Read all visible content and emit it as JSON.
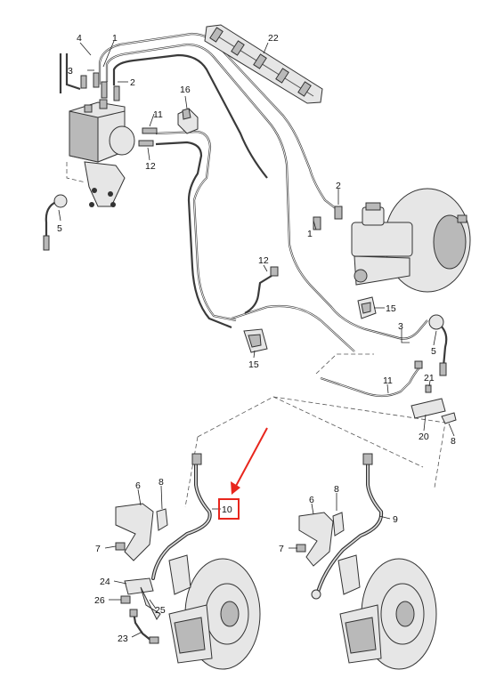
{
  "callouts": {
    "c1": "1",
    "c2a": "2",
    "c2b": "2",
    "c3a": "3",
    "c3b": "3",
    "c4": "4",
    "c5a": "5",
    "c5b": "5",
    "c6a": "6",
    "c6b": "6",
    "c7a": "7",
    "c7b": "7",
    "c8a": "8",
    "c8b": "8",
    "c8c": "8",
    "c9": "9",
    "c10": "10",
    "c11a": "11",
    "c11b": "11",
    "c12a": "12",
    "c12b": "12",
    "c1b": "1",
    "c15a": "15",
    "c15b": "15",
    "c16": "16",
    "c20": "20",
    "c21": "21",
    "c22": "22",
    "c23": "23",
    "c24": "24",
    "c25": "25",
    "c26": "26"
  },
  "highlight": {
    "part_label": "10",
    "box_color": "#e8261d",
    "arrow_color": "#e8261d"
  }
}
